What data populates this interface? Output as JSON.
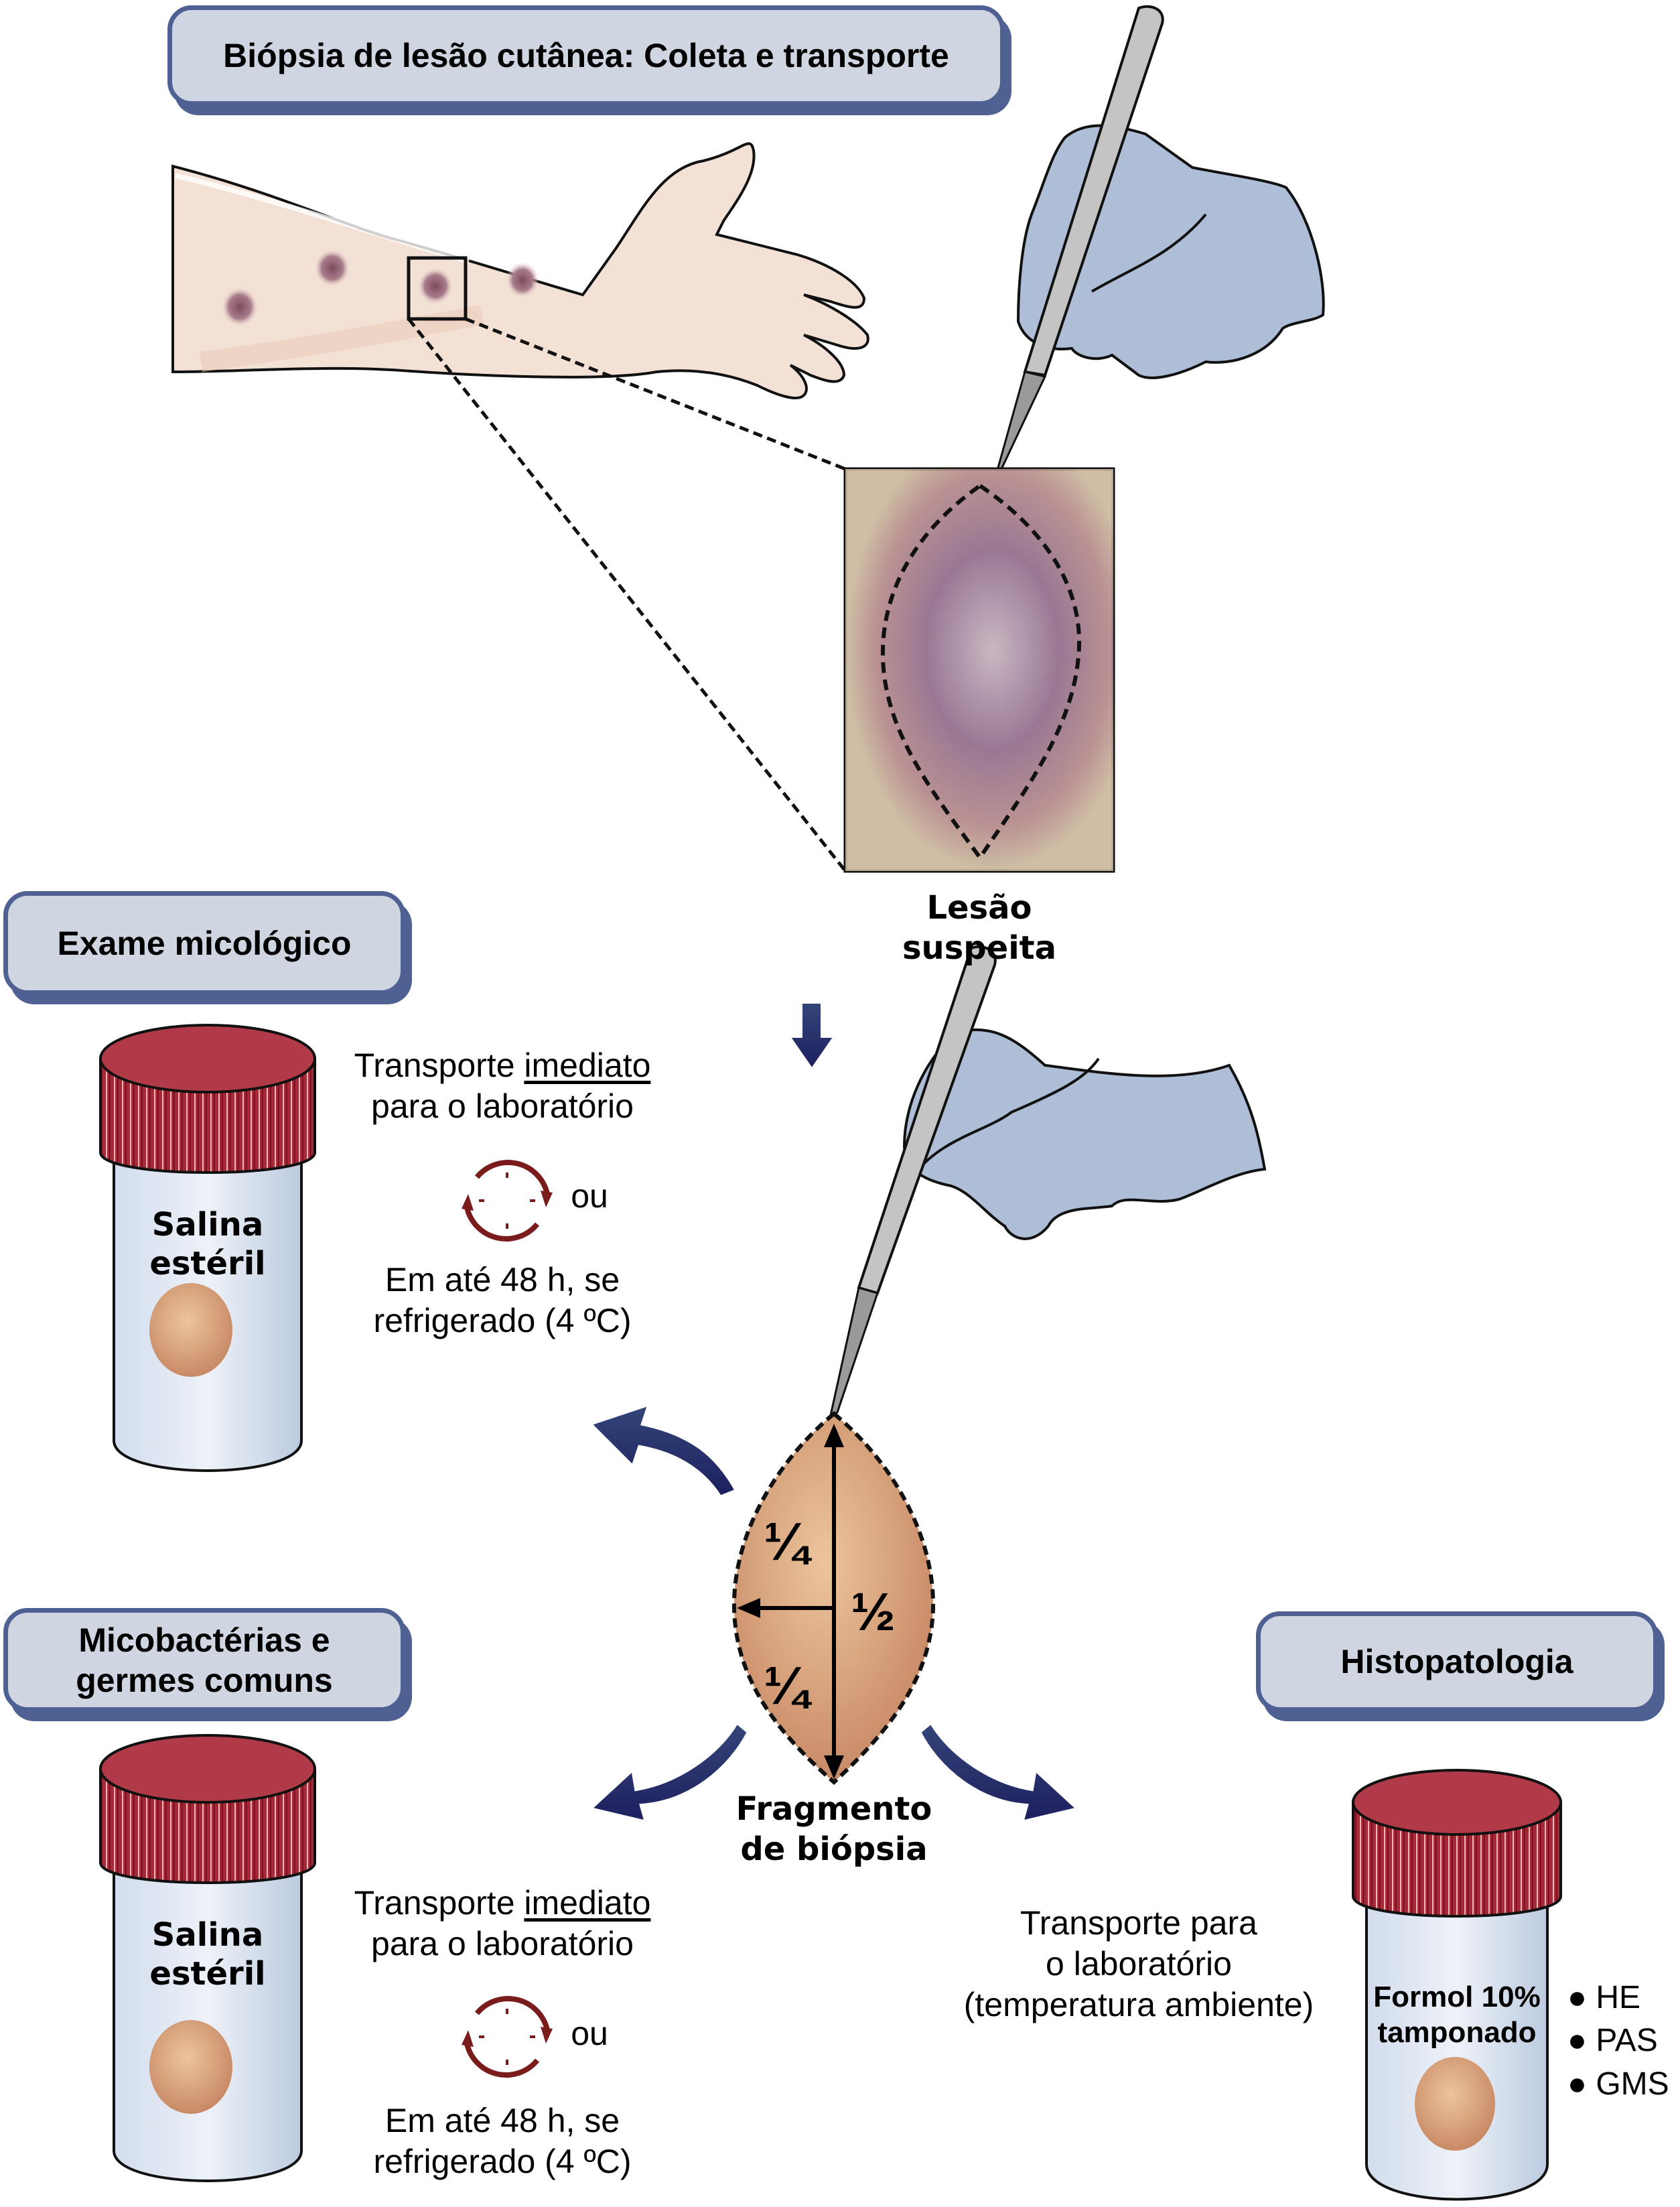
{
  "title": "Biópsia de lesão cutânea: Coleta e transporte",
  "lesion_label": "Lesão suspeita",
  "fragment_label": [
    "Fragmento",
    "de biópsia"
  ],
  "fractions": {
    "quarter_top": "¼",
    "half": "½",
    "quarter_bottom": "¼"
  },
  "sections": {
    "mycology": {
      "title": "Exame micológico",
      "jar_label": [
        "Salina",
        "estéril"
      ],
      "transport_line1_prefix": "Transporte ",
      "transport_line1_emphasis": "imediato",
      "transport_line2": "para o laboratório",
      "or_label": "ou",
      "alt_line1": "Em até 48 h, se",
      "alt_line2": "refrigerado (4 ºC)"
    },
    "mycobacteria": {
      "title_line1": "Micobactérias e",
      "title_line2": "germes comuns",
      "jar_label": [
        "Salina",
        "estéril"
      ],
      "transport_line1_prefix": "Transporte ",
      "transport_line1_emphasis": "imediato",
      "transport_line2": "para o laboratório",
      "or_label": "ou",
      "alt_line1": "Em até 48 h, se",
      "alt_line2": "refrigerado (4 ºC)"
    },
    "histopathology": {
      "title": "Histopatologia",
      "jar_label": [
        "Formol 10%",
        "tamponado"
      ],
      "transport_line1": "Transporte para",
      "transport_line2": "o laboratório",
      "transport_line3": "(temperatura ambiente)",
      "stains": [
        "HE",
        "PAS",
        "GMS"
      ]
    }
  },
  "colors": {
    "box_fill": "#d0d6e1",
    "box_border": "#4f6193",
    "arrow_navy": "#27306a",
    "cap_red": "#a8283a",
    "glove_blue": "#adbed6",
    "skin": "#f4e1d6",
    "tissue": "#d9a478",
    "clock_red": "#7a1c1c"
  }
}
